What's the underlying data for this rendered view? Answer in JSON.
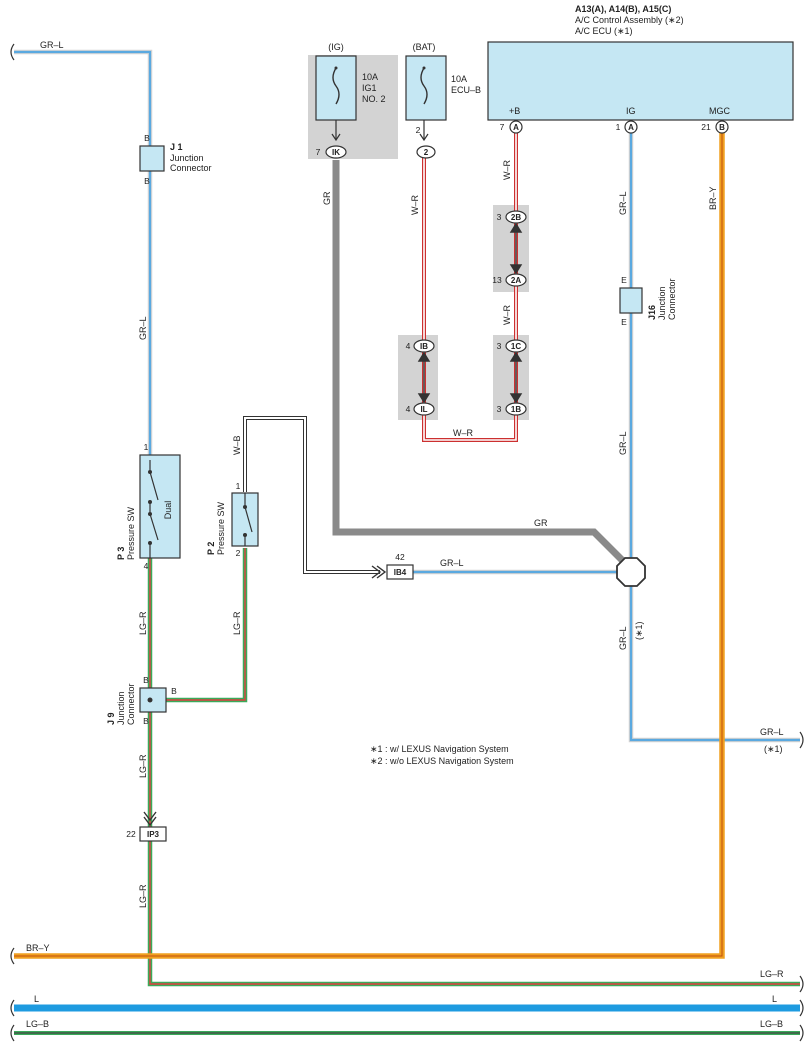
{
  "ecu": {
    "title": "A13(A), A14(B), A15(C)",
    "line1": "A/C Control Assembly (∗2)",
    "line2": "A/C ECU (∗1)",
    "terminals": [
      {
        "label": "+B",
        "pin": "7",
        "conn": "A"
      },
      {
        "label": "IG",
        "pin": "1",
        "conn": "A"
      },
      {
        "label": "MGC",
        "pin": "21",
        "conn": "B"
      }
    ]
  },
  "fuses": {
    "ig": {
      "header": "(IG)",
      "l1": "10A",
      "l2": "IG1",
      "l3": "NO. 2",
      "pin": "7",
      "conn": "IK"
    },
    "bat": {
      "header": "(BAT)",
      "l1": "10A",
      "l2": "ECU–B",
      "pin": "2",
      "conn": "2"
    }
  },
  "j1": {
    "id": "J 1",
    "l1": "Junction",
    "l2": "Connector",
    "top": "B",
    "bot": "B"
  },
  "j9": {
    "id": "J 9",
    "l1": "Junction",
    "l2": "Connector",
    "top": "B",
    "bot": "B",
    "side": "B"
  },
  "j16": {
    "id": "J16",
    "l1": "Junction",
    "l2": "Connector",
    "top": "E",
    "bot": "E"
  },
  "p3": {
    "id": "P 3",
    "name": "Pressure SW",
    "inner": "Dual",
    "pin_top": "1",
    "pin_bot": "4"
  },
  "p2": {
    "id": "P 2",
    "name": "Pressure SW",
    "pin_top": "1",
    "pin_bot": "2"
  },
  "connectors": [
    {
      "pin": "3",
      "conn": "2B"
    },
    {
      "pin": "13",
      "conn": "2A"
    },
    {
      "pin": "4",
      "conn": "IB"
    },
    {
      "pin": "4",
      "conn": "IL"
    },
    {
      "pin": "3",
      "conn": "1C"
    },
    {
      "pin": "3",
      "conn": "1B"
    },
    {
      "pin": "42",
      "conn": "IB4"
    },
    {
      "pin": "22",
      "conn": "IP3"
    }
  ],
  "wires": {
    "gr_l": "GR–L",
    "gr": "GR",
    "w_r": "W–R",
    "w_b": "W–B",
    "lg_r": "LG–R",
    "br_y": "BR–Y",
    "l": "L",
    "lg_b": "LG–B",
    "star1": "(∗1)"
  },
  "notes": [
    "∗1 : w/ LEXUS Navigation System",
    "∗2 : w/o LEXUS Navigation System"
  ],
  "colors": {
    "blue": "#5aa9e0",
    "red": "#e04040",
    "green": "#3aaa5a",
    "orange": "#f0a020",
    "gray": "#8a8a8a",
    "fill": "#c5e7f3",
    "shade": "#d3d3d3",
    "thick_blue": "#1e9be0"
  }
}
